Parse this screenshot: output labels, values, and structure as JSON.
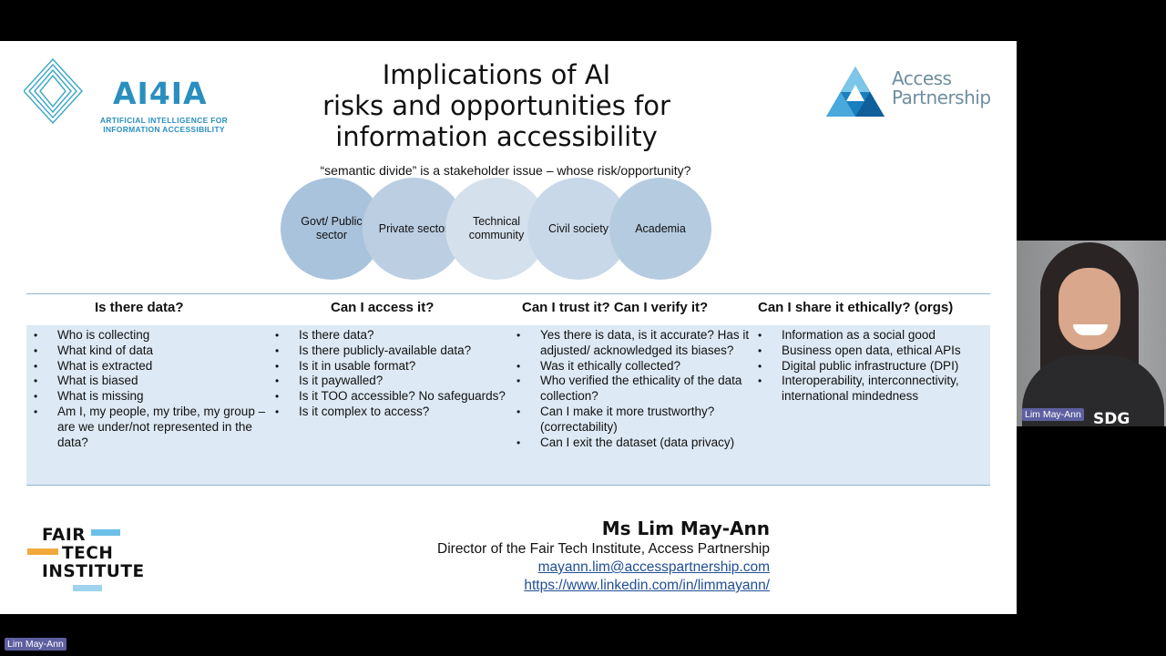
{
  "slide": {
    "left_logo": {
      "brand": "AI4IA",
      "tagline": "ARTIFICIAL INTELLIGENCE FOR INFORMATION ACCESSIBILITY"
    },
    "title_lines": [
      "Implications of AI",
      "risks and opportunities for",
      "information accessibility"
    ],
    "right_logo": {
      "line1": "Access",
      "line2": "Partnership"
    },
    "subtitle": "“semantic divide” is a stakeholder issue – whose risk/opportunity?",
    "stakeholders": [
      "Govt/ Public sector",
      "Private sector",
      "Technical community",
      "Civil society",
      "Academia"
    ],
    "columns": [
      {
        "header": "Is there data?",
        "items": [
          "Who is collecting",
          "What kind of data",
          "What is extracted",
          "What is biased",
          "What is missing",
          "Am I, my people, my tribe, my group – are we under/not represented in the data?"
        ]
      },
      {
        "header": "Can I access it?",
        "items": [
          "Is there data?",
          "Is there publicly-available data?",
          "Is it in usable format?",
          "Is it paywalled?",
          "Is it TOO accessible? No safeguards?",
          "Is it complex to access?"
        ]
      },
      {
        "header": "Can I trust it? Can I verify it?",
        "items": [
          "Yes there is data, is it accurate? Has it adjusted/ acknowledged its biases?",
          "Was it ethically collected?",
          "Who verified the ethicality of the data collection?",
          "Can I make it more trustworthy? (correctability)",
          "Can I exit the dataset (data privacy)"
        ]
      },
      {
        "header": "Can I share it ethically? (orgs)",
        "items": [
          "Information as a social good",
          "Business open data, ethical APIs",
          "Digital public infrastructure (DPI)",
          "Interoperability, interconnectivity, international mindedness"
        ]
      }
    ],
    "fti_logo": [
      "FAIR",
      "TECH",
      "INSTITUTE"
    ],
    "speaker": {
      "name": "Ms Lim May-Ann",
      "role": "Director of the Fair Tech Institute, Access Partnership",
      "email": "mayann.lim@accesspartnership.com",
      "linkedin": "https://www.linkedin.com/in/limmayann/"
    }
  },
  "video_tile": {
    "name_label": "Lim May-Ann",
    "shirt_text": "SDG"
  },
  "bottom_label": "Lim May-Ann",
  "colors": {
    "accent_blue": "#2a8fbf",
    "link_blue": "#1f4e95",
    "table_fill": "#dde9f4",
    "label_bg": "#5e5fa0"
  },
  "icons": [
    "diamond-logo-icon",
    "triangle-logo-icon"
  ]
}
